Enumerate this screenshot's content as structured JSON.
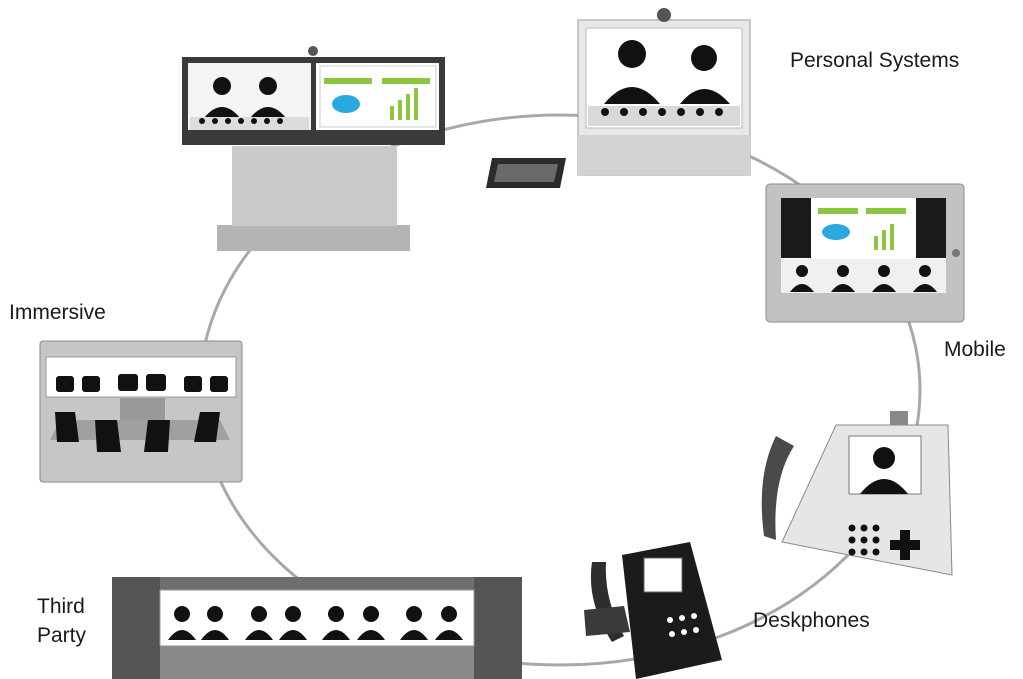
{
  "labels": {
    "personal_systems": "Personal Systems",
    "mobile": "Mobile",
    "immersive": "Immersive",
    "deskphones": "Deskphones",
    "third_party_line1": "Third",
    "third_party_line2": "Party"
  },
  "colors": {
    "ring": "#a8a8a8",
    "device_gray": "#c8c8c8",
    "dark": "#2b2b2b",
    "screen_white": "#ffffff",
    "accent_green": "#8cc63f",
    "accent_blue": "#29a9e0"
  }
}
